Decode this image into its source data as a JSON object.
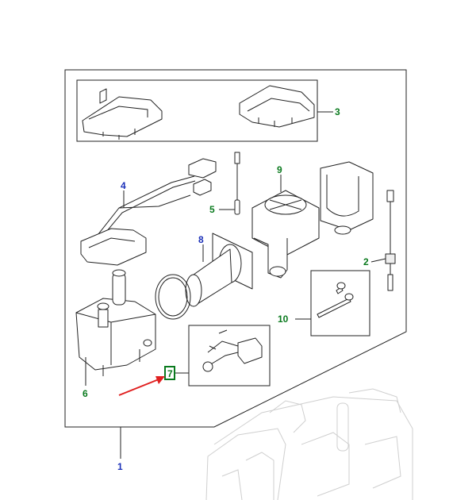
{
  "callouts": {
    "c1": "1",
    "c2": "2",
    "c3": "3",
    "c4": "4",
    "c5": "5",
    "c6": "6",
    "c7": "7",
    "c8": "8",
    "c9": "9",
    "c10": "10"
  },
  "colors": {
    "callout_green": "#0a7a1e",
    "callout_blue": "#1a2fb8",
    "pointer_arrow": "#e02020",
    "highlight_box": "#0a7a1e",
    "outline": "#222222"
  }
}
